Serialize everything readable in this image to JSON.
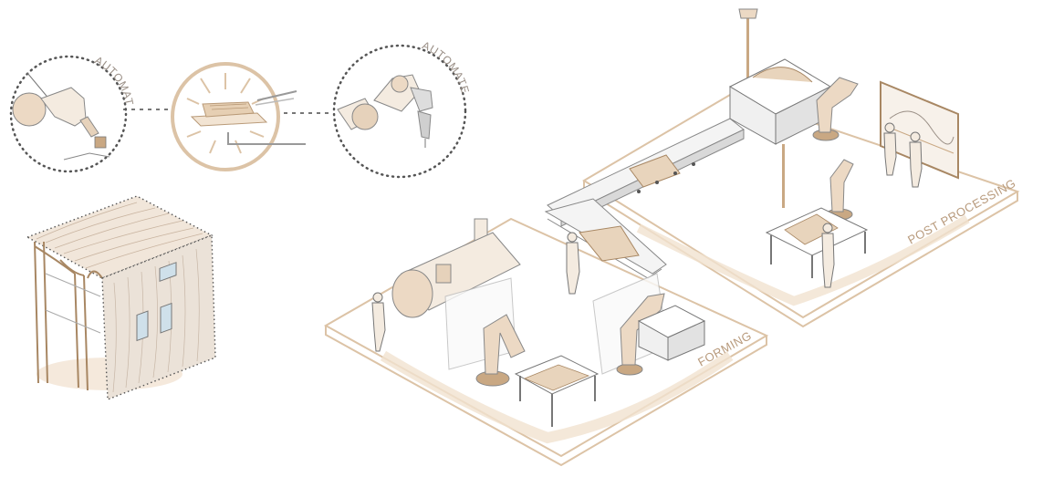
{
  "labels": {
    "automate_left": "AUTOMATE",
    "automate_right": "AUTOMATE",
    "forming": "FORMING",
    "post_processing": "POST PROCESSING"
  },
  "colors": {
    "platform_stroke": "#dcc3a6",
    "wood_fill": "#ecd9c4",
    "wood_dark": "#c9a883",
    "line": "#6d6660",
    "dotted": "#555555",
    "label": "#b89a7c"
  }
}
